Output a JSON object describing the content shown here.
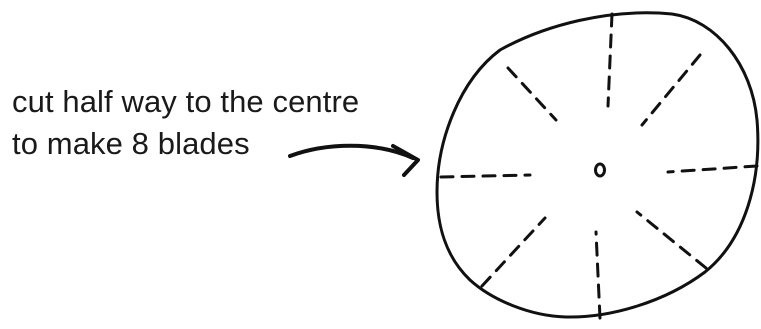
{
  "annotation": {
    "line1": "cut half way to the centre",
    "line2": "to make 8 blades"
  },
  "diagram": {
    "blade_count": 8,
    "stroke_color": "#111111"
  }
}
